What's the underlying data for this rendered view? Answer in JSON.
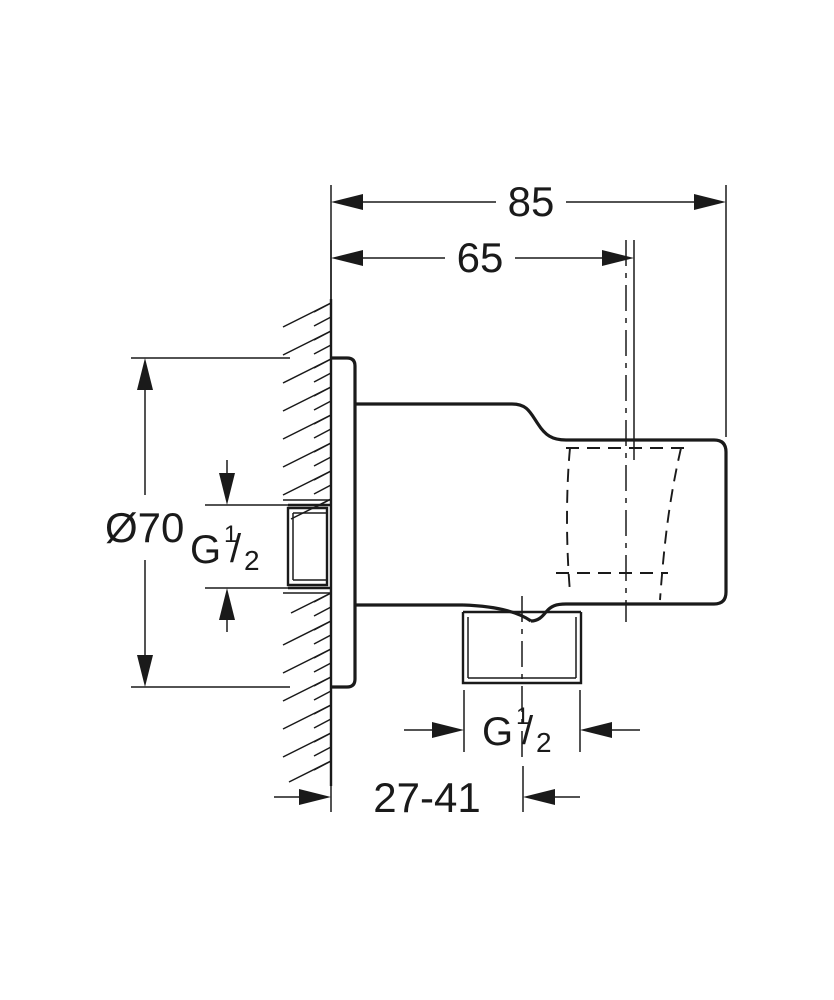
{
  "drawing": {
    "title": "Wall union elbow technical dimension drawing",
    "subject": "shower wall outlet / union elbow",
    "view": "side section view",
    "units": "mm",
    "line_color": "#1a1a1a",
    "background_color": "#ffffff"
  },
  "dimensions": {
    "overall_length": {
      "label": "85",
      "description": "overall projection from finished wall face"
    },
    "body_length": {
      "label": "65",
      "description": "length from wall face to body shoulder"
    },
    "flange_diameter": {
      "label": "Ø70",
      "symbol": "Ø",
      "value": "70",
      "description": "escutcheon / flange outside diameter"
    },
    "wall_thread": {
      "label": "G½",
      "letter": "G",
      "numerator": "1",
      "denominator": "2",
      "description": "inlet connection thread at wall"
    },
    "outlet_thread": {
      "label": "G½",
      "letter": "G",
      "numerator": "1",
      "denominator": "2",
      "description": "outlet connection thread underside"
    },
    "wall_depth_range": {
      "label": "27-41",
      "min": "27",
      "max": "41",
      "description": "permissible finished wall thickness range"
    }
  },
  "features": {
    "wall_hatching": "section hatching indicating cut wall",
    "flange": "round cover plate against wall",
    "body": "cylindrical projecting body",
    "outlet_spigot": "threaded outlet spigot pointing down",
    "hidden_bore": "dashed hidden internal bore"
  }
}
